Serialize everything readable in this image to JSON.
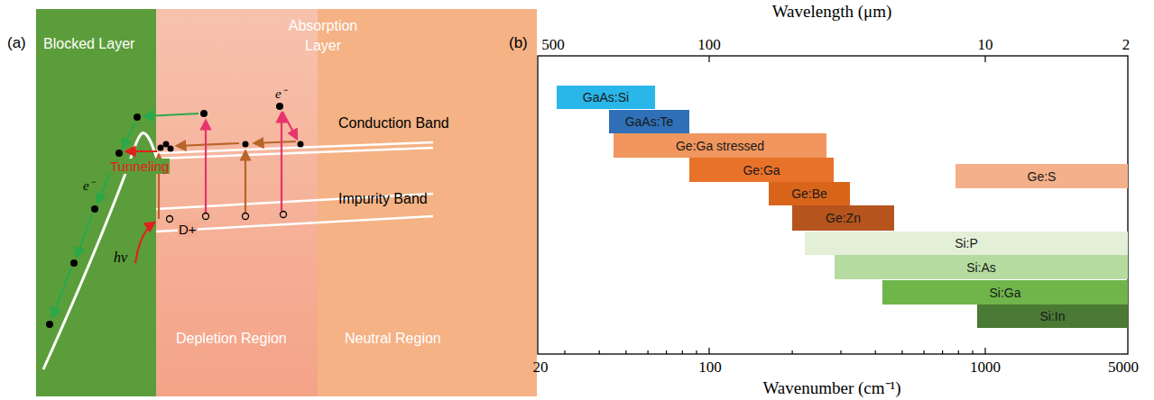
{
  "diagram": {
    "nodes": [
      {
        "text": [
          "Blocked Layer"
        ]
      },
      {
        "text": [
          "Absorption Layer"
        ]
      },
      {
        "text": [
          "Depletion Region"
        ],
        "in": 1
      },
      {
        "text": [
          "Neutral Region"
        ],
        "in": 1
      },
      {
        "text": [
          "GaAs:Si"
        ]
      },
      {
        "text": [
          "GaAs:Te"
        ]
      },
      {
        "text": [
          "Ge:Ga stressed"
        ]
      },
      {
        "text": [
          "Ge:Ga"
        ]
      },
      {
        "text": [
          "Ge:Be"
        ]
      },
      {
        "text": [
          "Ge:Zn"
        ]
      },
      {
        "text": [
          "Ge:S"
        ]
      },
      {
        "text": [
          "Si:P"
        ]
      },
      {
        "text": [
          "Si:As"
        ]
      },
      {
        "text": [
          "Si:Ga"
        ]
      },
      {
        "text": [
          "Si:In"
        ]
      }
    ],
    "labels": [
      "(a)",
      "Conduction Band",
      "Impurity Band",
      "e⁻",
      "e⁻",
      "D+",
      "hν",
      "Tunneling",
      "(b)",
      "Wavelength (μm)",
      "500",
      "100",
      "10",
      "2",
      "20",
      "100",
      "1000",
      "5000",
      "Wavenumber (cm⁻¹)"
    ]
  }
}
